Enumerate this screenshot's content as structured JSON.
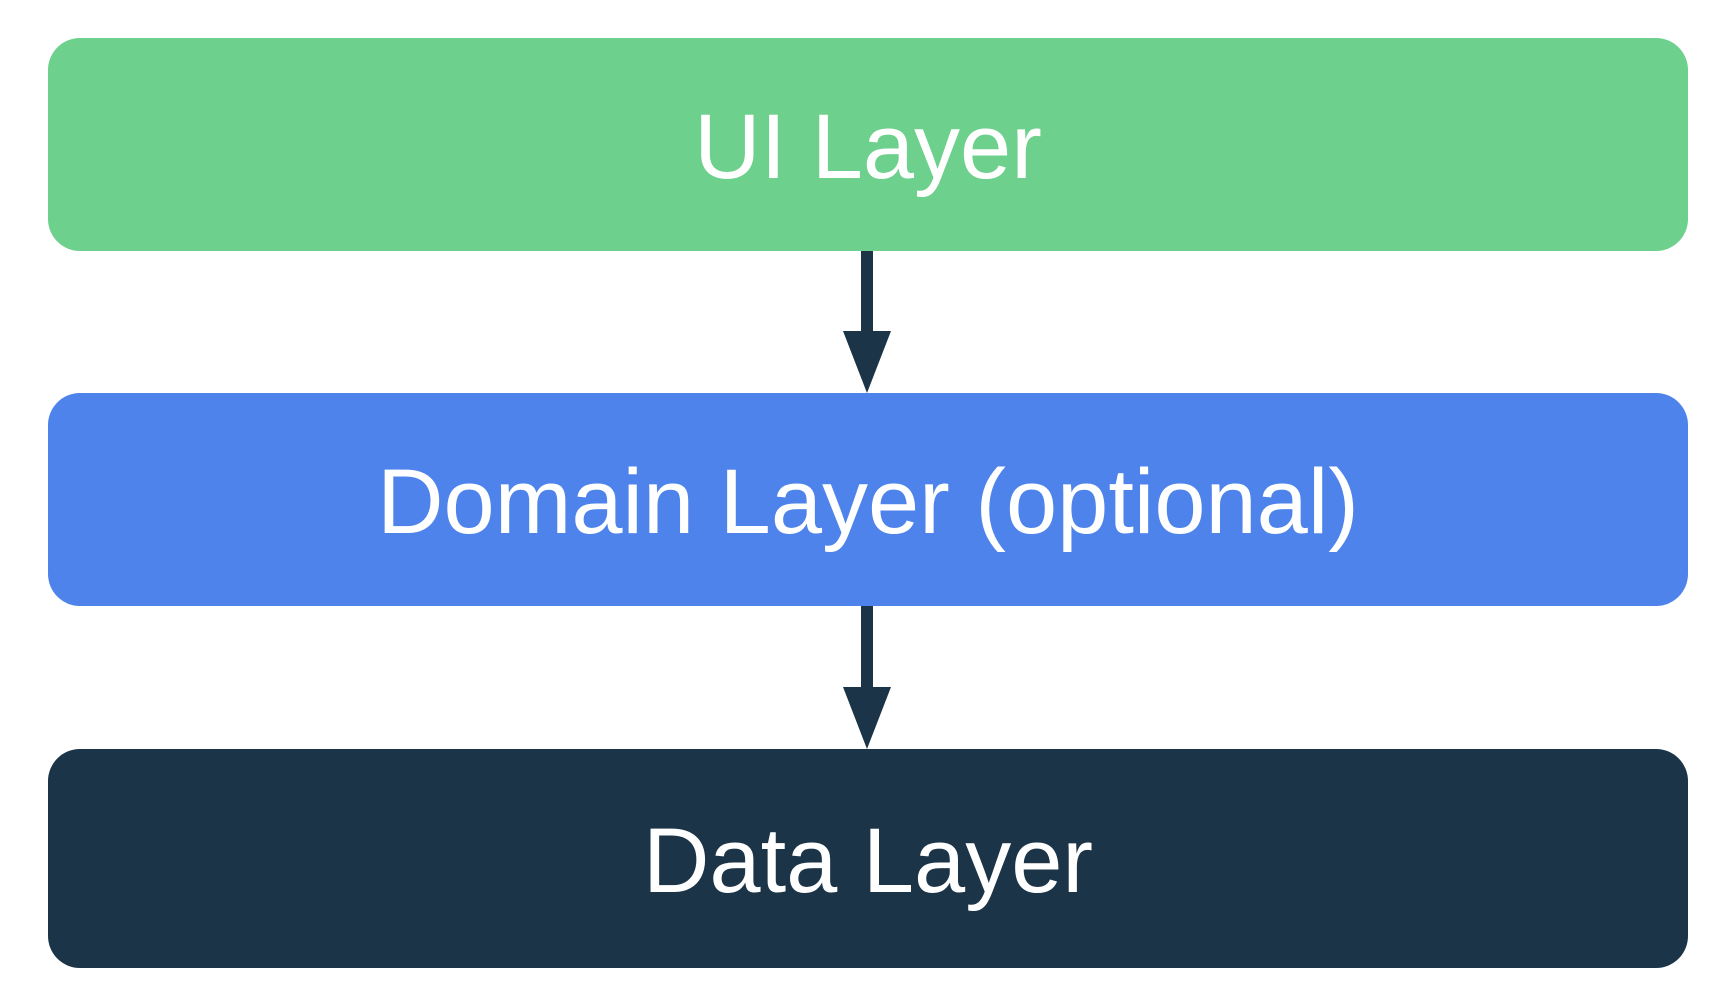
{
  "diagram": {
    "background_color": "#ffffff",
    "text_color": "#ffffff",
    "arrow_color": "#1c3447",
    "layers": [
      {
        "id": "ui",
        "label": "UI Layer",
        "color": "#6dd08c"
      },
      {
        "id": "domain",
        "label": "Domain Layer (optional)",
        "color": "#4e83eb"
      },
      {
        "id": "data",
        "label": "Data Layer",
        "color": "#1c3447"
      }
    ],
    "arrows": [
      {
        "from": "ui",
        "to": "domain",
        "direction": "down"
      },
      {
        "from": "domain",
        "to": "data",
        "direction": "down"
      }
    ]
  }
}
